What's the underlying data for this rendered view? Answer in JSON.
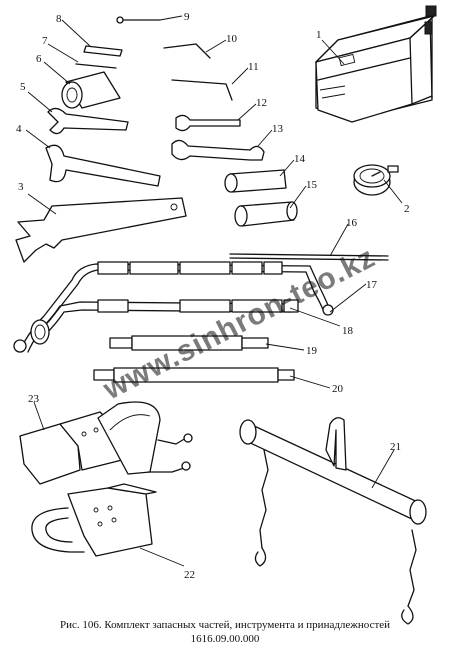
{
  "caption": {
    "line1": "Рис. 106. Комплект запасных частей, инструмента и принадлежностей",
    "line2": "1616.09.00.000"
  },
  "watermark": "www.sinhron-teo.kz",
  "callouts": [
    "1",
    "2",
    "3",
    "4",
    "5",
    "6",
    "7",
    "8",
    "9",
    "10",
    "11",
    "12",
    "13",
    "14",
    "15",
    "16",
    "17",
    "18",
    "19",
    "20",
    "21",
    "22",
    "23"
  ]
}
